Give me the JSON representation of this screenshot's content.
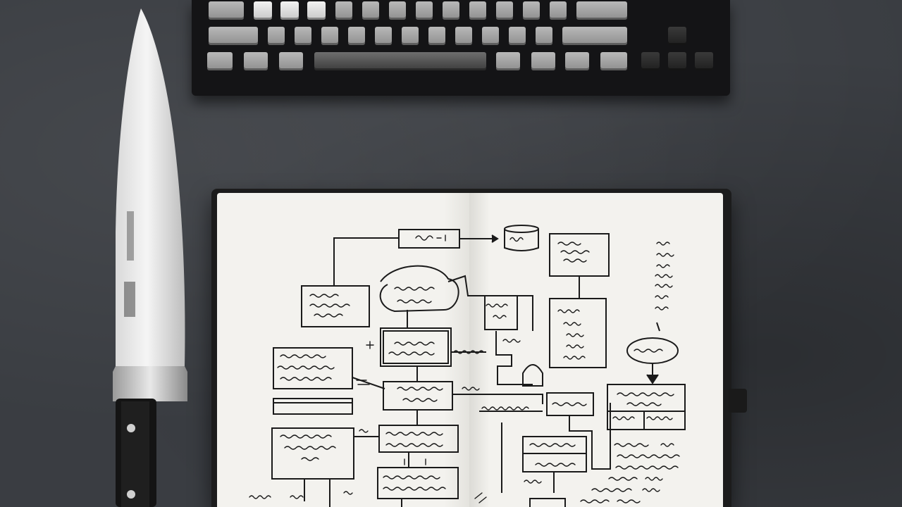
{
  "scene": {
    "objects": [
      "keyboard",
      "chef-knife",
      "notebook"
    ]
  },
  "colors": {
    "surface": "#3a3d42",
    "ink": "#1a1a1a",
    "paper": "#f3f2ee"
  }
}
